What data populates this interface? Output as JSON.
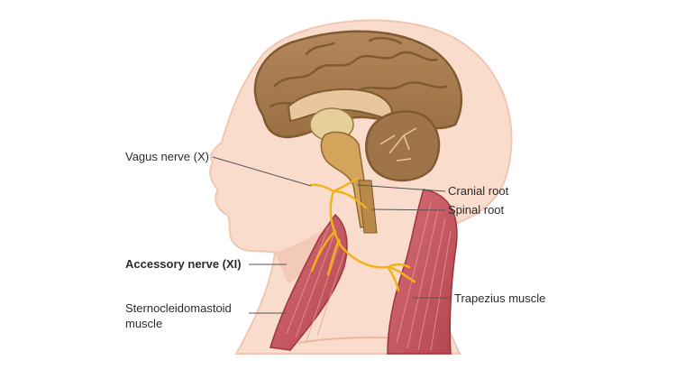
{
  "labels": {
    "vagus": "Vagus nerve (X)",
    "cranial_root": "Cranial root",
    "spinal_root": "Spinal root",
    "accessory": "Accessory nerve (XI)",
    "scm_line1": "Sternocleidomastoid",
    "scm_line2": "muscle",
    "trapezius": "Trapezius muscle"
  },
  "colors": {
    "skin": "#f9dccb",
    "skin_shadow": "#f1c6b2",
    "brain": "#a87b4b",
    "brain_dark": "#7f5a33",
    "brainstem": "#d4a35c",
    "nerve": "#f2b21a",
    "muscle": "#c7585f",
    "leader": "#555555"
  }
}
